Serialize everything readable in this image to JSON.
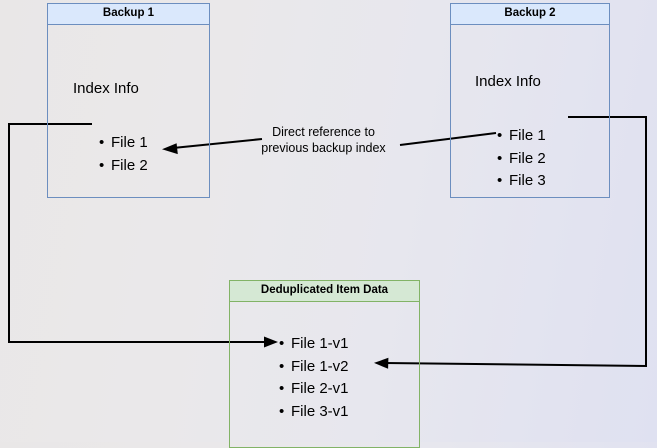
{
  "diagram": {
    "title_hidden": true,
    "colors": {
      "blue_fill": "#dae8fc",
      "blue_stroke": "#6c8ebf",
      "green_fill": "#d5e8d4",
      "green_stroke": "#82b366",
      "edge": "#000000",
      "background_left": "#e9e7e7",
      "background_right": "#dfe1f1"
    },
    "nodes": {
      "backup1": {
        "header": "Backup 1",
        "index_label": "Index Info",
        "items": [
          "File 1",
          "File 2"
        ]
      },
      "backup2": {
        "header": "Backup 2",
        "index_label": "Index Info",
        "items": [
          "File 1",
          "File 2",
          "File 3"
        ]
      },
      "dedup": {
        "header": "Deduplicated Item Data",
        "items": [
          "File 1-v1",
          "File 1-v2",
          "File 2-v1",
          "File 3-v1"
        ]
      }
    },
    "annotations": {
      "direct_reference": "Direct reference to\nprevious backup index"
    }
  }
}
